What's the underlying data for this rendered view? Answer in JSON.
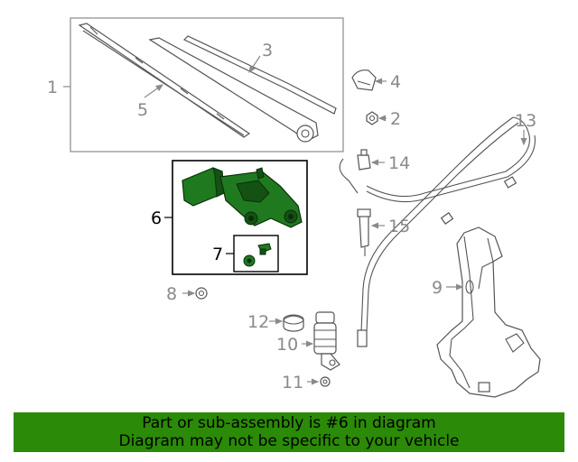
{
  "highlight_color": "#2b8a07",
  "callouts": {
    "c1": "1",
    "c2": "2",
    "c3": "3",
    "c4": "4",
    "c5": "5",
    "c6": "6",
    "c7": "7",
    "c8": "8",
    "c9": "9",
    "c10": "10",
    "c11": "11",
    "c12": "12",
    "c13": "13",
    "c14": "14",
    "c15": "15"
  },
  "highlighted_part": "6",
  "banner": {
    "line1": "Part or sub-assembly is #6 in diagram",
    "line2": "Diagram may not be specific to your vehicle"
  }
}
